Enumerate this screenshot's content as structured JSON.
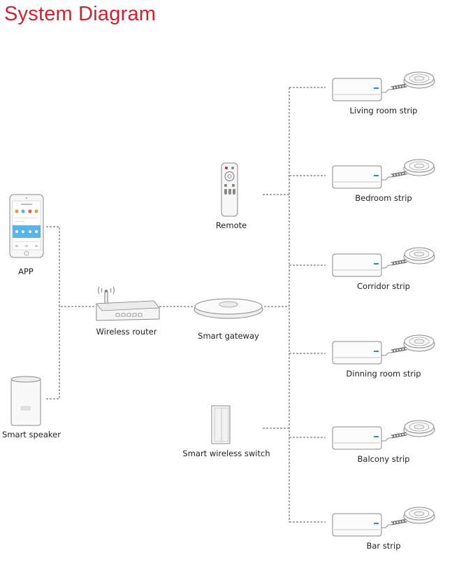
{
  "title": "System Diagram",
  "colors": {
    "title": "#d71f2b",
    "line": "#555555",
    "text": "#222222",
    "device_outline": "#8a8a8a",
    "indicator_blue": "#1e90d6",
    "app_screen_blue": "#5ab4e8"
  },
  "devices": {
    "app": {
      "label": "APP",
      "icon": "smartphone-icon"
    },
    "smart_speaker": {
      "label": "Smart speaker",
      "icon": "smart-speaker-icon"
    },
    "wireless_router": {
      "label": "Wireless router",
      "icon": "wifi-router-icon"
    },
    "remote": {
      "label": "Remote",
      "icon": "remote-control-icon"
    },
    "smart_gateway": {
      "label": "Smart gateway",
      "icon": "gateway-hub-icon"
    },
    "smart_wireless_switch": {
      "label": "Smart wireless switch",
      "icon": "wall-switch-icon"
    }
  },
  "strips": [
    {
      "label": "Living room strip",
      "icon": "led-strip-controller-icon"
    },
    {
      "label": "Bedroom strip",
      "icon": "led-strip-controller-icon"
    },
    {
      "label": "Corridor strip",
      "icon": "led-strip-controller-icon"
    },
    {
      "label": "Dinning room strip",
      "icon": "led-strip-controller-icon"
    },
    {
      "label": "Balcony strip",
      "icon": "led-strip-controller-icon"
    },
    {
      "label": "Bar strip",
      "icon": "led-strip-controller-icon"
    }
  ]
}
